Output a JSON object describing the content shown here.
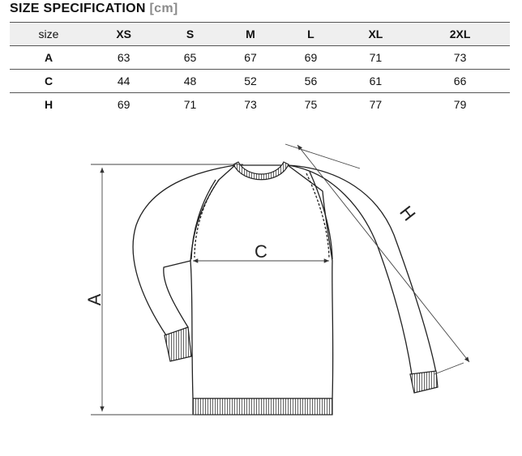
{
  "heading": {
    "text": "SIZE SPECIFICATION",
    "unit": "[cm]"
  },
  "table": {
    "header": [
      "size",
      "XS",
      "S",
      "M",
      "L",
      "XL",
      "2XL"
    ],
    "rows": [
      {
        "label": "A",
        "values": [
          "63",
          "65",
          "67",
          "69",
          "71",
          "73"
        ]
      },
      {
        "label": "C",
        "values": [
          "44",
          "48",
          "52",
          "56",
          "61",
          "66"
        ]
      },
      {
        "label": "H",
        "values": [
          "69",
          "71",
          "73",
          "75",
          "77",
          "79"
        ]
      }
    ]
  },
  "diagram": {
    "label_a": "A",
    "label_c": "C",
    "label_h": "H"
  }
}
